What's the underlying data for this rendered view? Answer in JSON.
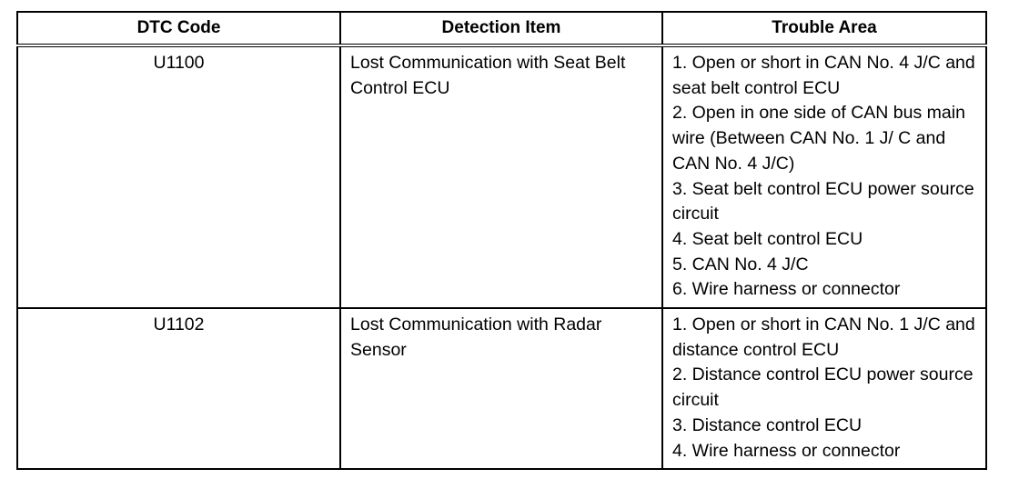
{
  "table": {
    "headers": [
      "DTC Code",
      "Detection Item",
      "Trouble Area"
    ],
    "rows": [
      {
        "code": "U1100",
        "detection": "Lost Communication with Seat Belt Control ECU",
        "trouble": [
          "1. Open or short in CAN No. 4 J/C and seat belt control ECU",
          "2. Open in one side of CAN bus main wire (Between CAN No. 1 J/ C and CAN No. 4 J/C)",
          "3. Seat belt control ECU power source circuit",
          "4. Seat belt control ECU",
          "5. CAN No. 4 J/C",
          "6. Wire harness or connector"
        ]
      },
      {
        "code": "U1102",
        "detection": "Lost Communication with Radar Sensor",
        "trouble": [
          "1. Open or short in CAN No. 1 J/C and distance control ECU",
          "2. Distance control ECU power source circuit",
          "3. Distance control ECU",
          "4. Wire harness or connector"
        ]
      }
    ]
  }
}
